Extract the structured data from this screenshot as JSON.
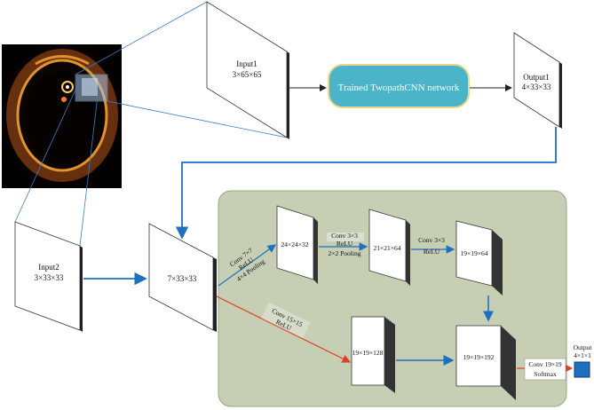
{
  "input1": {
    "name": "Input1",
    "size": "3×65×65"
  },
  "network": {
    "label": "Trained TwopathCNN network"
  },
  "output1": {
    "name": "Output1",
    "size": "4×33×33"
  },
  "input2": {
    "name": "Input2",
    "size": "3×33×33"
  },
  "feature_733": {
    "size": "7×33×33"
  },
  "block_24": {
    "size": "24×24×32"
  },
  "block_21": {
    "size": "21×21×64"
  },
  "block_19a": {
    "size": "19×19×64"
  },
  "block_19b": {
    "size": "19×19×128"
  },
  "block_19c": {
    "size": "19×19×192"
  },
  "op_conv7": {
    "line1": "Conv 7×7",
    "line2": "ReLU",
    "line3": "4×4 Pooling"
  },
  "op_conv3a": {
    "line1": "Conv 3×3",
    "line2": "ReLU",
    "line3": "2×2 Pooling"
  },
  "op_conv3b": {
    "line1": "Conv 3×3",
    "line2": "ReLU"
  },
  "op_conv15": {
    "line1": "Conv 15×15",
    "line2": "ReLU"
  },
  "op_conv19": {
    "line1": "Conv 19×19",
    "line2": "Softmax"
  },
  "output_final": {
    "name": "Output",
    "size": "4×1×1"
  },
  "colors": {
    "panel_fill": "#c6cfb4",
    "network_fill": "#4bb4c8",
    "arrow_blue": "#1f6fbf",
    "arrow_red": "#e0402a",
    "cube_dark": "#3d3d3d",
    "output_square": "#1e6fc0"
  }
}
